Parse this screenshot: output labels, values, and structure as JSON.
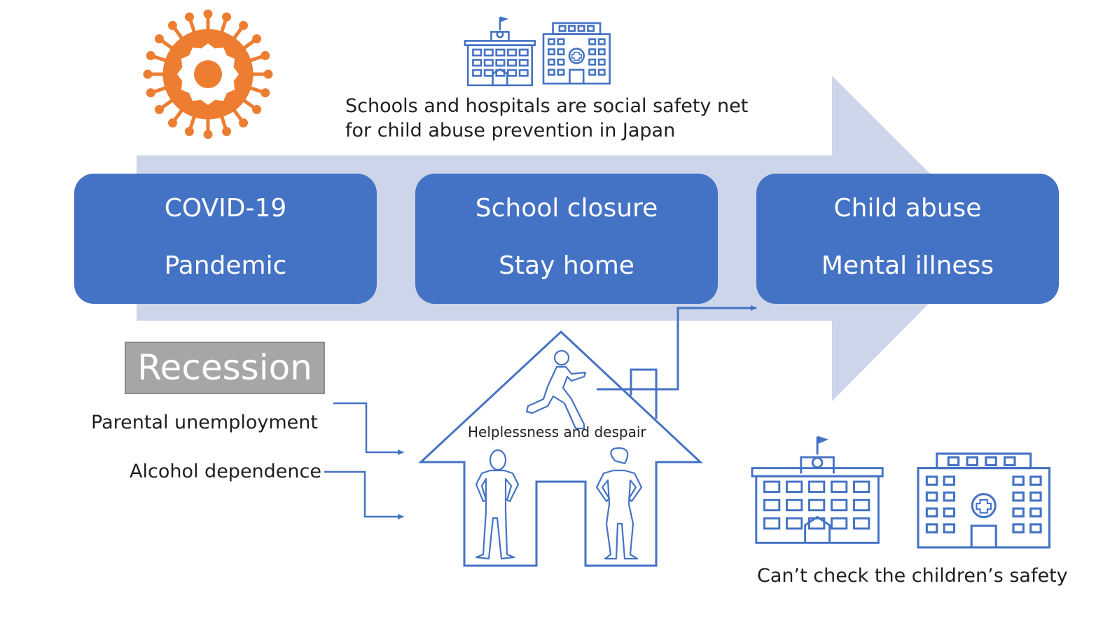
{
  "colors": {
    "box_blue": "#4472c4",
    "big_arrow": "#cdd5ea",
    "line_blue": "#4472c4",
    "virus_orange": "#ed7d31",
    "recession_gray": "#a6a6a6"
  },
  "icons": [
    "virus-icon",
    "school-building-icon",
    "hospital-building-icon",
    "house-icon",
    "running-child-icon",
    "man-figure-icon",
    "woman-figure-icon"
  ],
  "safety_net_note": {
    "line1": "Schools and hospitals are social safety net",
    "line2": "for child abuse prevention in Japan"
  },
  "boxes": [
    {
      "line1": "COVID-19",
      "line2": "Pandemic"
    },
    {
      "line1": "School closure",
      "line2": "Stay home"
    },
    {
      "line1": "Child abuse",
      "line2": "Mental illness"
    }
  ],
  "recession": {
    "title": "Recession",
    "factors": [
      "Parental unemployment",
      "Alcohol dependence"
    ]
  },
  "house_caption": "Helplessness and despair",
  "bottom_caption": "Can’t check the children’s safety"
}
